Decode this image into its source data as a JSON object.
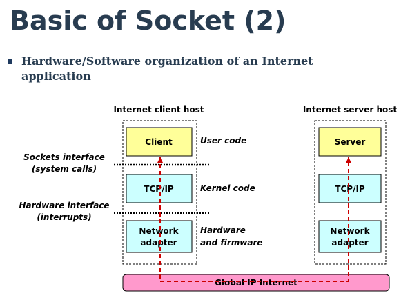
{
  "slide": {
    "title": "Basic of Socket (2)",
    "bullet": "Hardware/Software organization of an Internet application"
  },
  "diagram": {
    "client_host_label": "Internet client host",
    "server_host_label": "Internet server host",
    "client_boxes": {
      "app": "Client",
      "tcpip": "TCP/IP",
      "adapter_line1": "Network",
      "adapter_line2": "adapter"
    },
    "server_boxes": {
      "app": "Server",
      "tcpip": "TCP/IP",
      "adapter_line1": "Network",
      "adapter_line2": "adapter"
    },
    "side_labels": {
      "user_code": "User code",
      "kernel_code": "Kernel code",
      "hardware_line1": "Hardware",
      "hardware_line2": "and firmware"
    },
    "interface_labels": {
      "sockets_line1": "Sockets interface",
      "sockets_line2": "(system calls)",
      "hardware_line1": "Hardware interface",
      "hardware_line2": "(interrupts)"
    },
    "network_label": "Global IP Internet",
    "colors": {
      "app_box_fill": "#ffff99",
      "layer_box_fill": "#ccffff",
      "internet_fill": "#ff99cc",
      "path_color": "#cc0000",
      "title_color": "#283c50"
    }
  }
}
